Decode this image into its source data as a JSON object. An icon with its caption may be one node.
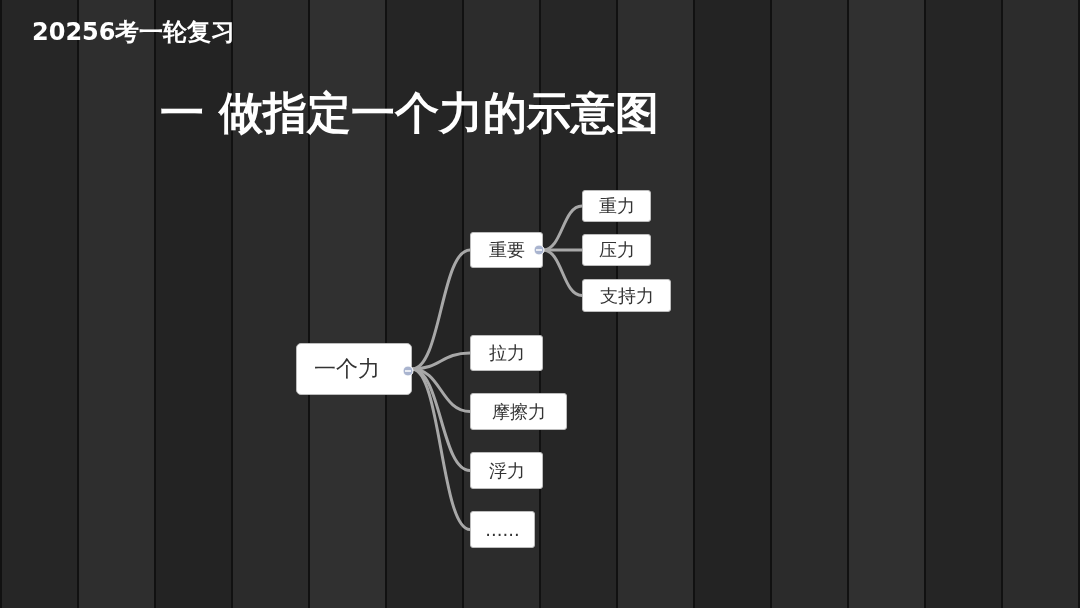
{
  "diagram": {
    "title": "一 做指定一个力的示意图",
    "nodes": [
      {
        "text": [
          "一个力"
        ]
      },
      {
        "text": [
          "重要"
        ]
      },
      {
        "text": [
          "重力"
        ]
      },
      {
        "text": [
          "压力"
        ]
      },
      {
        "text": [
          "支持力"
        ]
      },
      {
        "text": [
          "拉力"
        ]
      },
      {
        "text": [
          "摩擦力"
        ]
      },
      {
        "text": [
          "浮力"
        ]
      },
      {
        "text": [
          "......"
        ]
      }
    ],
    "edges": [
      {
        "from": 0,
        "to": 1,
        "arrow": "none"
      },
      {
        "from": 1,
        "to": 2,
        "arrow": "none"
      },
      {
        "from": 1,
        "to": 3,
        "arrow": "none"
      },
      {
        "from": 1,
        "to": 4,
        "arrow": "none"
      },
      {
        "from": 0,
        "to": 5,
        "arrow": "none"
      },
      {
        "from": 0,
        "to": 6,
        "arrow": "none"
      },
      {
        "from": 0,
        "to": 7,
        "arrow": "none"
      },
      {
        "from": 0,
        "to": 8,
        "arrow": "none"
      }
    ],
    "labels": [
      "20256考一轮复习"
    ]
  }
}
